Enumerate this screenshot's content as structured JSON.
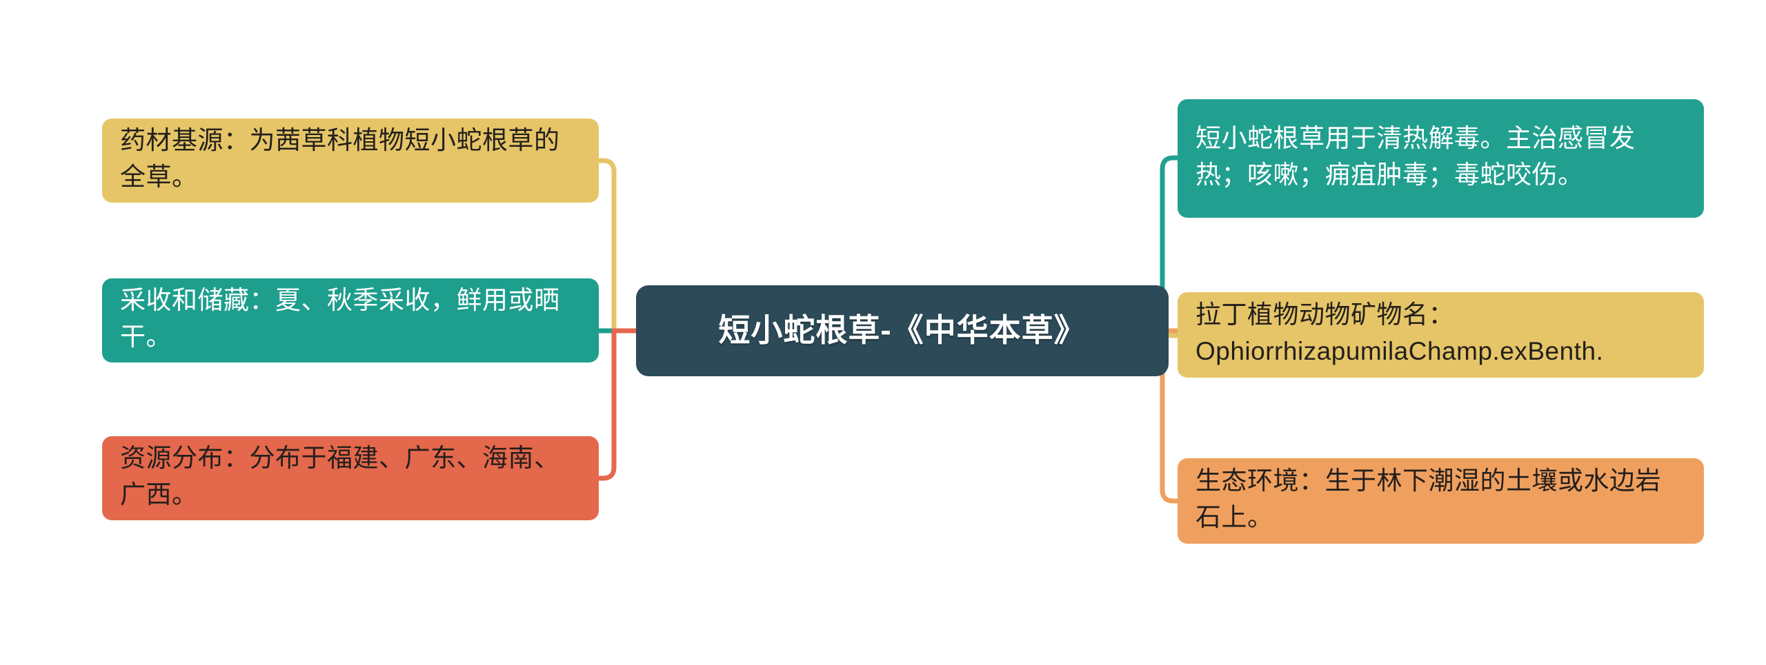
{
  "diagram": {
    "type": "mind-map",
    "background_color": "#ffffff",
    "center": {
      "label": "短小蛇根草-《中华本草》",
      "color": "#2c4a58",
      "text_color": "#ffffff"
    },
    "branches": {
      "left": [
        {
          "label": "药材基源：为茜草科植物短小蛇根草的全草。",
          "color": "#e5c567",
          "text_color": "#231f1c"
        },
        {
          "label": "采收和储藏：夏、秋季采收，鲜用或晒干。",
          "color": "#1e9e8d",
          "text_color": "#ffffff"
        },
        {
          "label": "资源分布：分布于福建、广东、海南、广西。",
          "color": "#e4684c",
          "text_color": "#231f1c"
        }
      ],
      "right": [
        {
          "label": "短小蛇根草用于清热解毒。主治感冒发热；咳嗽；痈疽肿毒；毒蛇咬伤。",
          "color": "#21a08f",
          "text_color": "#ffffff"
        },
        {
          "label": "拉丁植物动物矿物名：OphiorrhizapumilaChamp.exBenth.",
          "color": "#e5c567",
          "text_color": "#231f1c"
        },
        {
          "label": "生态环境：生于林下潮湿的土壤或水边岩石上。",
          "color": "#f0a05e",
          "text_color": "#231f1c"
        }
      ]
    },
    "connectors": [
      {
        "name": "connector-left-0",
        "color": "#e5c567"
      },
      {
        "name": "connector-left-1",
        "color": "#1e9e8d"
      },
      {
        "name": "connector-left-2",
        "color": "#e4684c"
      },
      {
        "name": "connector-right-0",
        "color": "#21a08f"
      },
      {
        "name": "connector-right-1",
        "color": "#e5c567"
      },
      {
        "name": "connector-right-2",
        "color": "#f0a05e"
      }
    ]
  }
}
